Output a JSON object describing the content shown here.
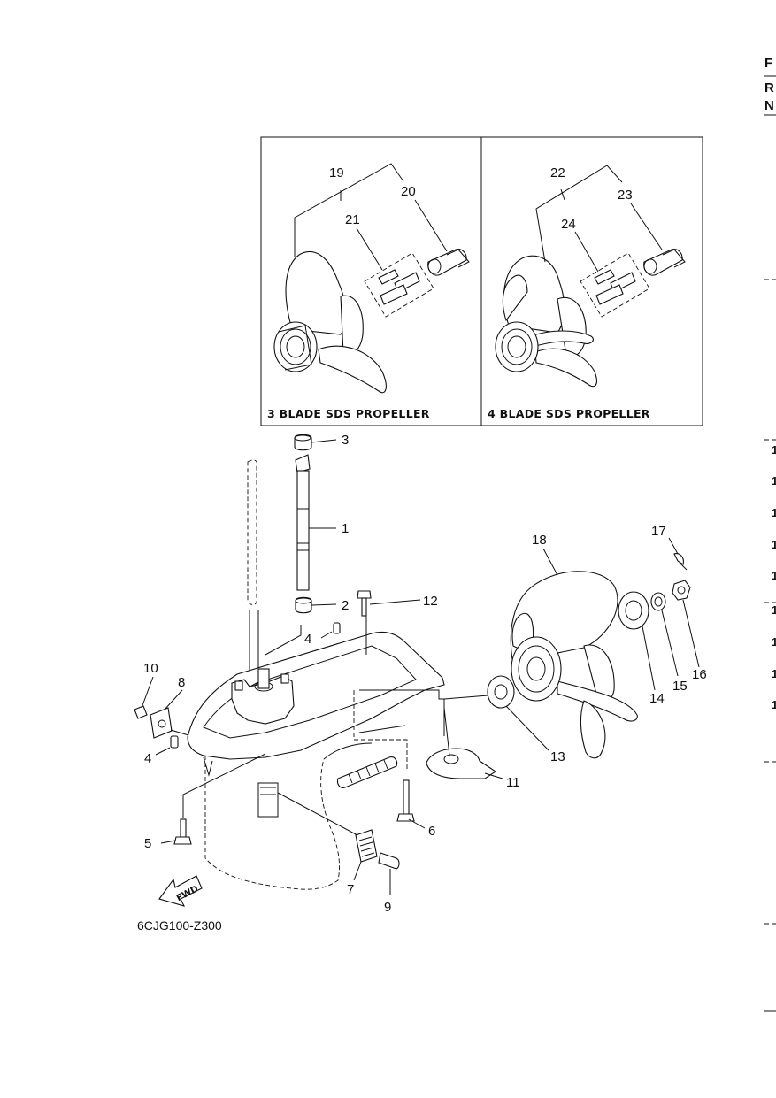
{
  "header_edge": {
    "letters": [
      "F",
      "R",
      "N"
    ]
  },
  "inset": {
    "left_caption": "3 BLADE SDS PROPELLER",
    "right_caption": "4 BLADE SDS PROPELLER"
  },
  "callouts": {
    "c1": "1",
    "c2": "2",
    "c3": "3",
    "c4a": "4",
    "c4b": "4",
    "c5": "5",
    "c6": "6",
    "c7": "7",
    "c8": "8",
    "c9": "9",
    "c10": "10",
    "c11": "11",
    "c12": "12",
    "c13": "13",
    "c14": "14",
    "c15": "15",
    "c16": "16",
    "c17": "17",
    "c18": "18",
    "c19": "19",
    "c20": "20",
    "c21": "21",
    "c22": "22",
    "c23": "23",
    "c24": "24"
  },
  "fwd_label": "FWD",
  "diagram_code": "6CJG100-Z300",
  "right_edge_numbers": [
    "1",
    "1",
    "1",
    "1",
    "1",
    "1",
    "1",
    "1",
    "1"
  ]
}
